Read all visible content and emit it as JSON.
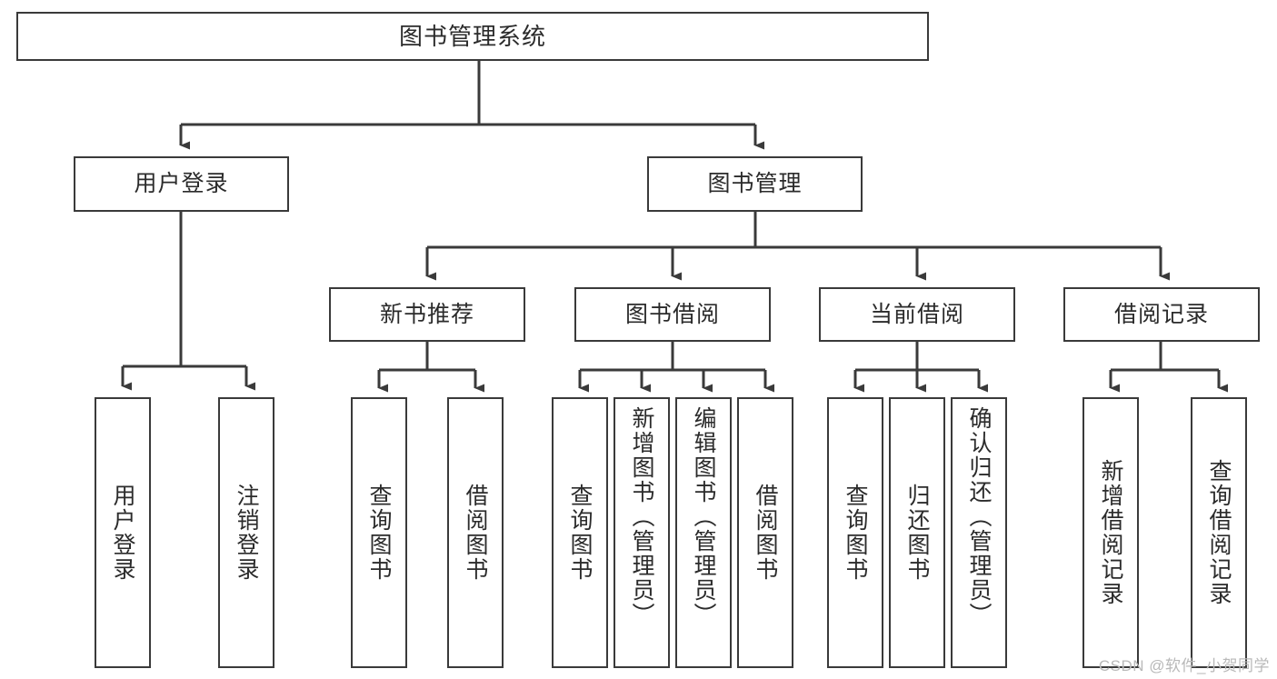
{
  "diagram": {
    "type": "tree-hierarchy",
    "title": "图书管理系统",
    "orientation": "top-down",
    "colors": {
      "box_border": "#3a3a3a",
      "box_fill": "#ffffff",
      "connector": "#3a3a3a",
      "text": "#2b2b2b",
      "watermark": "#b9b9b9"
    }
  },
  "root": {
    "label": "图书管理系统"
  },
  "level2": [
    {
      "label": "用户登录"
    },
    {
      "label": "图书管理"
    }
  ],
  "level3": [
    {
      "label": "新书推荐"
    },
    {
      "label": "图书借阅"
    },
    {
      "label": "当前借阅"
    },
    {
      "label": "借阅记录"
    }
  ],
  "leaves": {
    "user_login": [
      {
        "label": "用户登录"
      },
      {
        "label": "注销登录"
      }
    ],
    "new_book_recommend": [
      {
        "label": "查询图书"
      },
      {
        "label": "借阅图书"
      }
    ],
    "book_borrow": [
      {
        "label": "查询图书"
      },
      {
        "label": "新增图书（管理员）"
      },
      {
        "label": "编辑图书（管理员）"
      },
      {
        "label": "借阅图书"
      }
    ],
    "current_borrow": [
      {
        "label": "查询图书"
      },
      {
        "label": "归还图书"
      },
      {
        "label": "确认归还（管理员）"
      }
    ],
    "borrow_record": [
      {
        "label": "新增借阅记录"
      },
      {
        "label": "查询借阅记录"
      }
    ]
  },
  "watermark": {
    "text": "CSDN @软件_小贺同学"
  }
}
